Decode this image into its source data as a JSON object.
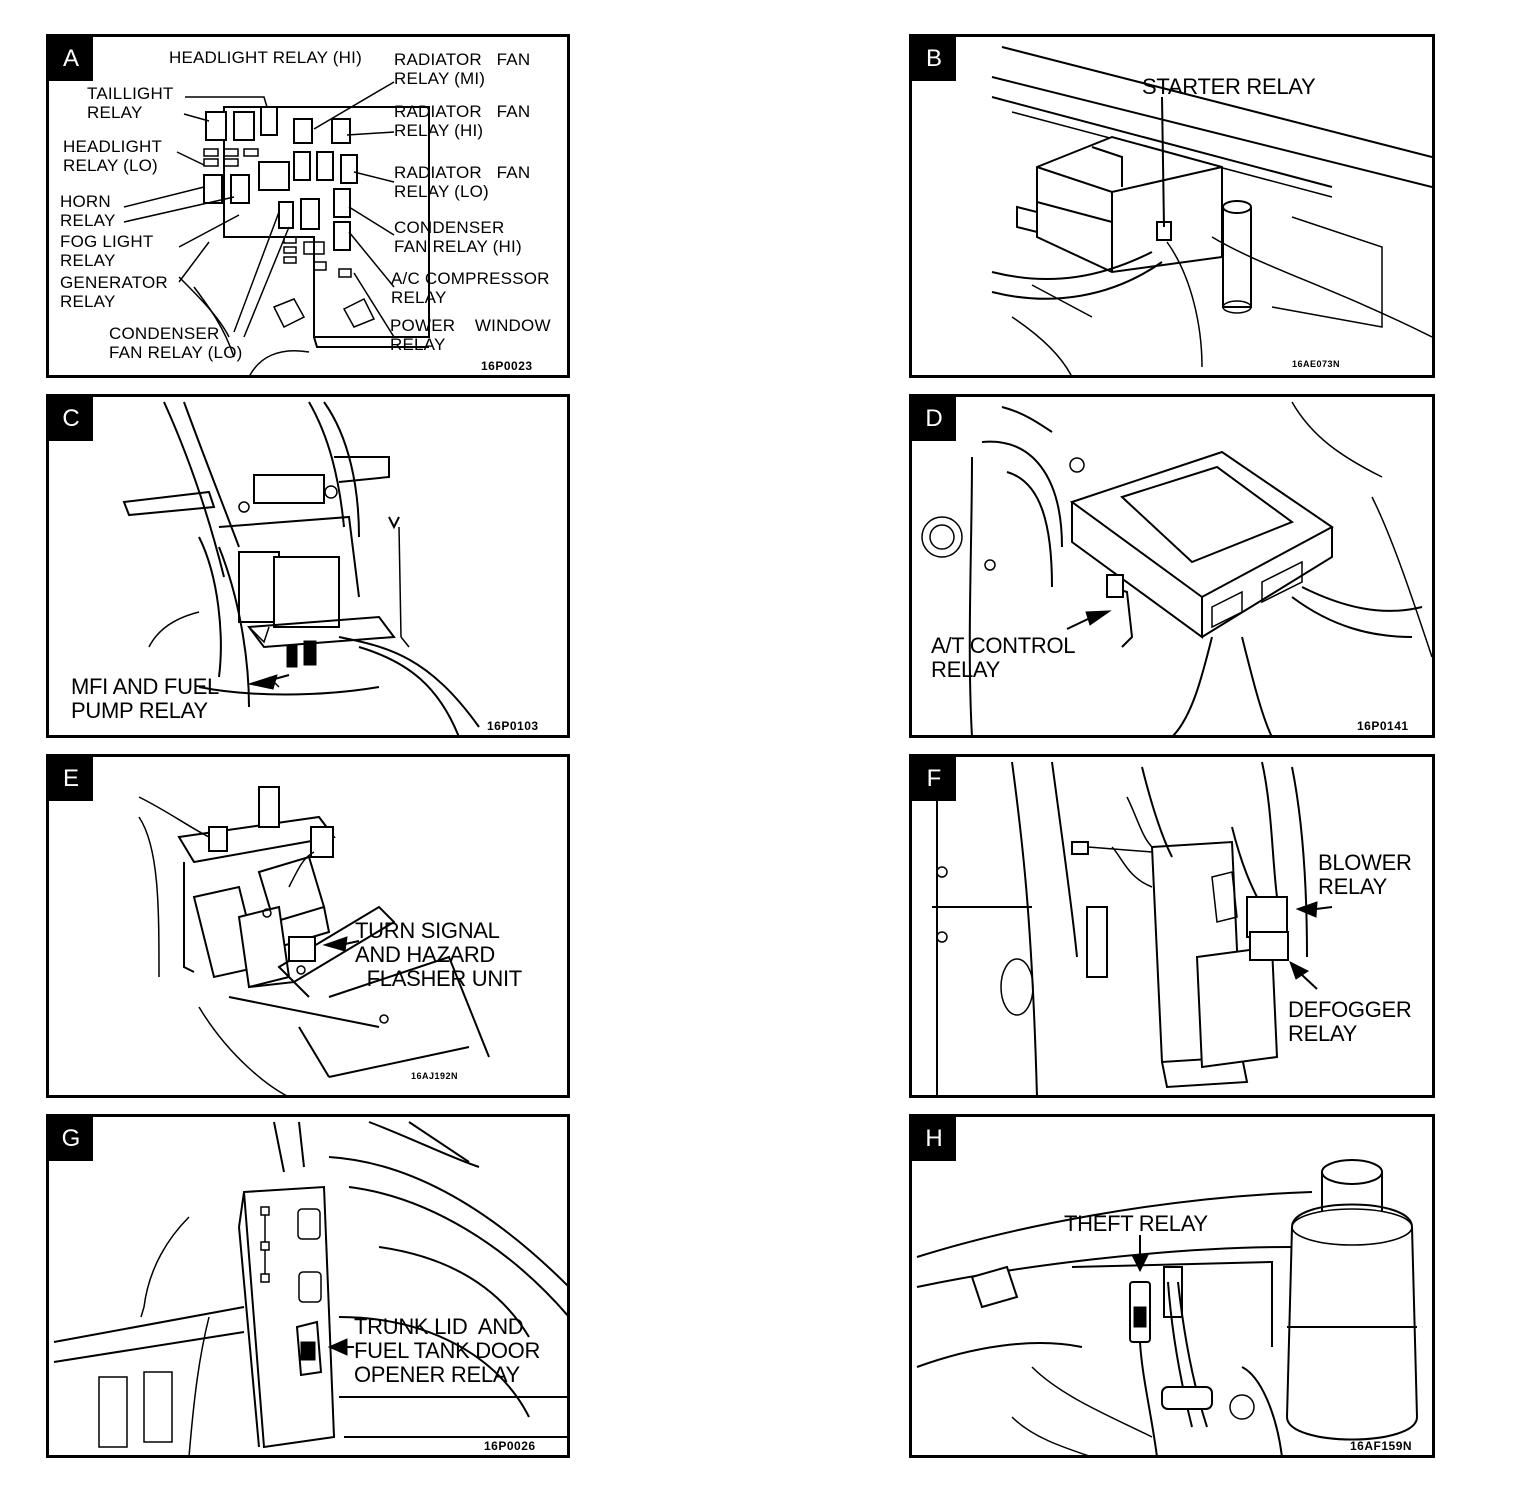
{
  "panels": {
    "a": {
      "label": "A",
      "code": "16P0023",
      "labels": {
        "headlight_hi": "HEADLIGHT RELAY (HI)",
        "taillight": "TAILLIGHT\nRELAY",
        "headlight_lo": "HEADLIGHT\nRELAY (LO)",
        "horn": "HORN\nRELAY",
        "fog": "FOG LIGHT\nRELAY",
        "generator": "GENERATOR\nRELAY",
        "condenser_lo": "CONDENSER\nFAN RELAY (LO)",
        "rad_mi": "RADIATOR   FAN\nRELAY (MI)",
        "rad_hi": "RADIATOR   FAN\nRELAY (HI)",
        "rad_lo": "RADIATOR   FAN\nRELAY (LO)",
        "condenser_hi": "CONDENSER\nFAN RELAY (HI)",
        "ac": "A/C COMPRESSOR\nRELAY",
        "power_window": "POWER    WINDOW\nRELAY"
      }
    },
    "b": {
      "label": "B",
      "code": "16AE073N",
      "title": "STARTER RELAY"
    },
    "c": {
      "label": "C",
      "code": "16P0103",
      "title": "MFI AND FUEL\nPUMP RELAY"
    },
    "d": {
      "label": "D",
      "code": "16P0141",
      "title": "A/T CONTROL\nRELAY"
    },
    "e": {
      "label": "E",
      "code": "16AJ192N",
      "title": "TURN SIGNAL\nAND HAZARD\n  FLASHER UNIT"
    },
    "f": {
      "label": "F",
      "title_blower": "BLOWER\nRELAY",
      "title_defogger": "DEFOGGER\nRELAY"
    },
    "g": {
      "label": "G",
      "code": "16P0026",
      "title": "TRUNK LID  AND\nFUEL TANK DOOR\nOPENER RELAY"
    },
    "h": {
      "label": "H",
      "code": "16AF159N",
      "title": "THEFT RELAY"
    }
  }
}
